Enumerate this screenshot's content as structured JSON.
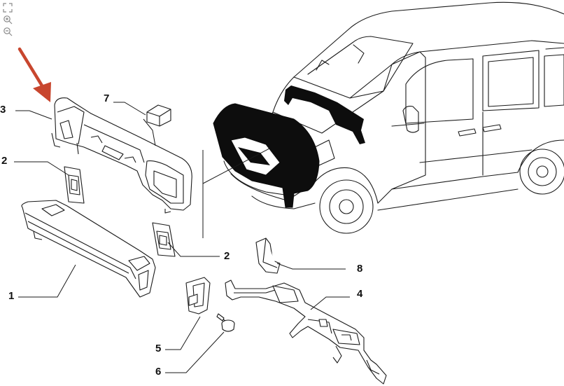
{
  "toolbar": {
    "tools": [
      {
        "name": "fit-to-screen-icon"
      },
      {
        "name": "zoom-in-icon"
      },
      {
        "name": "zoom-out-icon"
      }
    ]
  },
  "callouts": [
    {
      "id": "c1",
      "label": "1"
    },
    {
      "id": "c2a",
      "label": "2"
    },
    {
      "id": "c2b",
      "label": "2"
    },
    {
      "id": "c3",
      "label": "3"
    },
    {
      "id": "c4",
      "label": "4"
    },
    {
      "id": "c5",
      "label": "5"
    },
    {
      "id": "c6",
      "label": "6"
    },
    {
      "id": "c7",
      "label": "7"
    },
    {
      "id": "c8",
      "label": "8"
    }
  ],
  "colors": {
    "line": "#1a1a1a",
    "arrow": "#c8462e",
    "black_part": "#0d0d0d",
    "tool_icon": "#8a8a8a"
  }
}
